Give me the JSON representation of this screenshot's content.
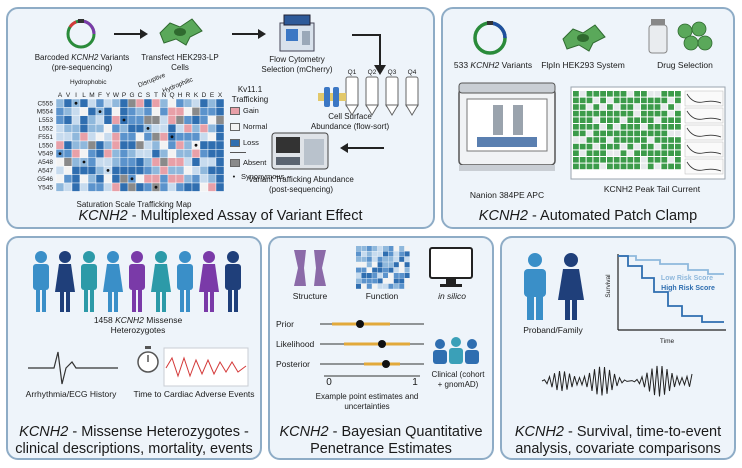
{
  "panel_a": {
    "title_gene": "KCNH2",
    "title_rest": " - Multiplexed Assay of Variant Effect",
    "barcoded_line1": "Barcoded",
    "barcoded_gene": "KCNH2",
    "barcoded_line1b": " Variants",
    "barcoded_line2": "(pre-sequencing)",
    "transfect": "Transfect HEK293-LP Cells",
    "flow": "Flow Cytometry Selection (mCherry)",
    "csa": "Cell Surface Abundance (flow-sort)",
    "q_labels": [
      "Q1",
      "Q2",
      "Q3",
      "Q4"
    ],
    "vta": "Variant Trafficking Abundance (post-sequencing)",
    "hm_caption": "Saturation Scale Trafficking Map",
    "group_hydrophobic": "Hydrophobic",
    "group_disruptive": "Disruptive",
    "group_hydrophilic": "Hydrophilic",
    "aa": [
      "A",
      "V",
      "I",
      "L",
      "M",
      "F",
      "Y",
      "W",
      "P",
      "G",
      "C",
      "S",
      "T",
      "N",
      "Q",
      "H",
      "R",
      "K",
      "D",
      "E",
      "X"
    ],
    "rows": [
      "C555",
      "M554",
      "L553",
      "L552",
      "F551",
      "L550",
      "V549",
      "A548",
      "A547",
      "G546",
      "Y545"
    ],
    "legend_title": "Kv11.1 Trafficking",
    "legend_gain": "Gain",
    "legend_normal": "Normal",
    "legend_loss": "Loss",
    "legend_absent": "Absent",
    "legend_syn": "Synonymous",
    "colors": {
      "gain": "#e8a0a8",
      "normal": "#f3f3f3",
      "loss": "#2f6eb0",
      "absent": "#8a8a8a"
    }
  },
  "panel_b": {
    "title_gene": "KCNH2",
    "title_rest": " - Automated Patch Clamp",
    "variants_count": "533 ",
    "variants_gene": "KCNH2",
    "variants_rest": " Variants",
    "flpin": "FlpIn HEK293 System",
    "drug": "Drug Selection",
    "nanion": "Nanion 384PE APC",
    "peak": "KCNH2 Peak Tail Current"
  },
  "panel_c": {
    "count_line": "1458 ",
    "count_gene": "KCNH2",
    "count_rest": " Missense",
    "count_line2": "Heterozygotes",
    "ecg": "Arrhythmia/ECG History",
    "time": "Time to Cardiac Adverse Events",
    "title_gene": "KCNH2",
    "title_rest": " - Missense Heterozygotes -",
    "title_line2": "clinical descriptions, mortality, events"
  },
  "panel_d": {
    "structure": "Structure",
    "function": "Function",
    "insilico": "in silico",
    "prior": "Prior",
    "likelihood": "Likelihood",
    "posterior": "Posterior",
    "axis0": "0",
    "axis1": "1",
    "example": "Example point estimates and uncertainties",
    "clinical": "Clinical (cohort + gnomAD)",
    "title_gene": "KCNH2",
    "title_rest": " - Bayesian Quantitative",
    "title_line2": "Penetrance Estimates"
  },
  "panel_e": {
    "proband": "Proband/Family",
    "ylabel": "Survival",
    "xlabel": "Time",
    "low": "Low Risk Score",
    "high": "High Risk Score",
    "title_gene": "KCNH2",
    "title_rest": " - Survival, time-to-event",
    "title_line2": "analysis, covariate comparisons",
    "colors": {
      "low": "#8fb8dc",
      "high": "#2f6eb0"
    }
  }
}
